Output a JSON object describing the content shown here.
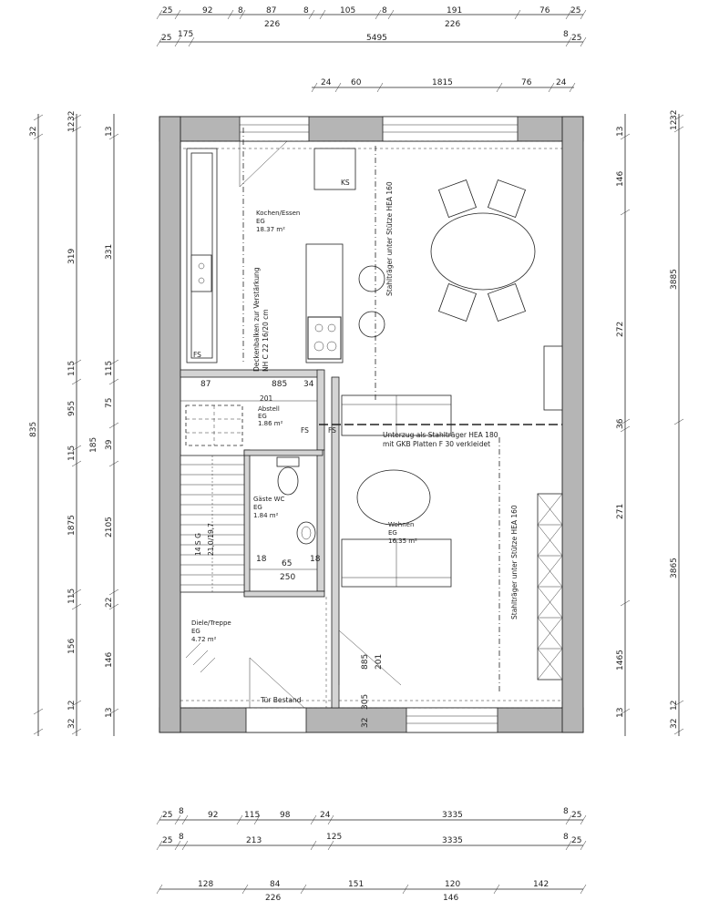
{
  "dimensions": {
    "top_row1": [
      "25",
      "92",
      "8",
      "87",
      "8",
      "105",
      "8",
      "191",
      "76",
      "25"
    ],
    "top_row1_sub": [
      "226",
      "226"
    ],
    "top_row2": [
      "25",
      "175",
      "5495",
      "8",
      "25"
    ],
    "top_inner": [
      "24",
      "60",
      "1815",
      "76",
      "24"
    ],
    "left_outer": [
      "32",
      "835"
    ],
    "left_mid1": [
      "12",
      "32",
      "319",
      "115",
      "955",
      "115",
      "1875",
      "115",
      "156",
      "12",
      "32"
    ],
    "left_mid2": [
      "185"
    ],
    "left_inner": [
      "13",
      "331",
      "115",
      "75",
      "39",
      "2105",
      "22",
      "146",
      "13"
    ],
    "right_inner": [
      "13",
      "146",
      "272",
      "36",
      "271",
      "1465",
      "13"
    ],
    "right_outer": [
      "12",
      "32",
      "3885",
      "3865",
      "32",
      "12"
    ],
    "bottom_row1": [
      "25",
      "8",
      "92",
      "115",
      "98",
      "24",
      "3335",
      "8",
      "25"
    ],
    "bottom_row2": [
      "25",
      "8",
      "213",
      "125",
      "3335",
      "8",
      "25"
    ],
    "bottom_row3": [
      "128",
      "84",
      "151",
      "120",
      "142"
    ],
    "bottom_row3_sub": [
      "226",
      "146"
    ],
    "inner": [
      "87",
      "885",
      "34",
      "201",
      "18",
      "65",
      "18",
      "250",
      "885",
      "201",
      "32",
      "305"
    ]
  },
  "rooms": {
    "kitchen": {
      "name": "Kochen/Essen",
      "level": "EG",
      "area": "18.37 m²"
    },
    "storage": {
      "name": "Abstell",
      "level": "EG",
      "area": "1.86 m²",
      "code": "201"
    },
    "wc": {
      "name": "Gäste WC",
      "level": "EG",
      "area": "1.84 m²"
    },
    "living": {
      "name": "Wohnen",
      "level": "EG",
      "area": "16.35 m²"
    },
    "hall": {
      "name": "Diele/Treppe",
      "level": "EG",
      "area": "4.72 m²"
    }
  },
  "annotations": {
    "beam_support_1": "Stahlträger unter Stütze HEA 160",
    "beam_support_2": "Stahlträger unter Stütze HEA 160",
    "beam_note_line1": "Unterzug als Stahlträger HEA 180",
    "beam_note_line2": "mit GKB Platten F 30 verkleidet",
    "ceiling_line1": "Deckenbalken zur Verstärkung",
    "ceiling_line2": "NH C 22 16/20 cm",
    "stair": "14 S G",
    "stair_dim": "21,0/19,7",
    "door_existing": "Tür Bestand",
    "ks": "KS",
    "fs1": "FS",
    "fs2": "FS",
    "fs3": "FS"
  }
}
